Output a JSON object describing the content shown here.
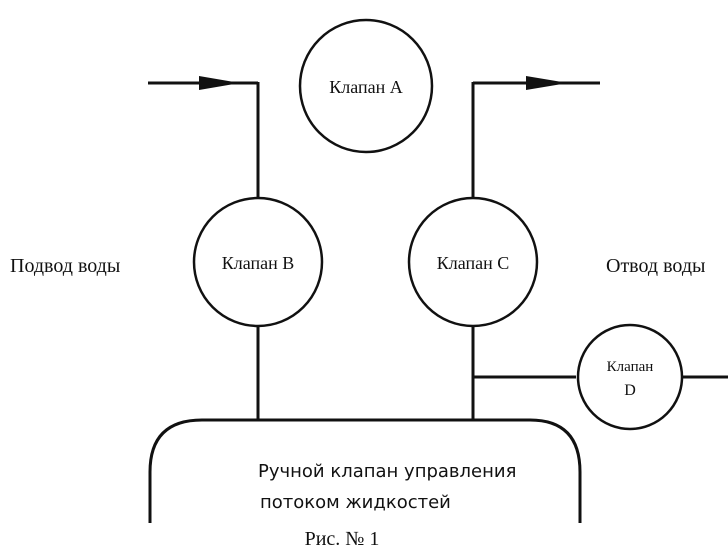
{
  "diagram": {
    "valve_a": "Клапан A",
    "valve_b": "Клапан B",
    "valve_c": "Клапан C",
    "valve_d_line1": "Клапан",
    "valve_d_line2": "D",
    "water_in": "Подвод воды",
    "water_out": "Отвод воды",
    "manual_valve_line1": "Ручной клапан управления",
    "manual_valve_line2": "потоком жидкостей",
    "caption": "Рис. № 1"
  }
}
